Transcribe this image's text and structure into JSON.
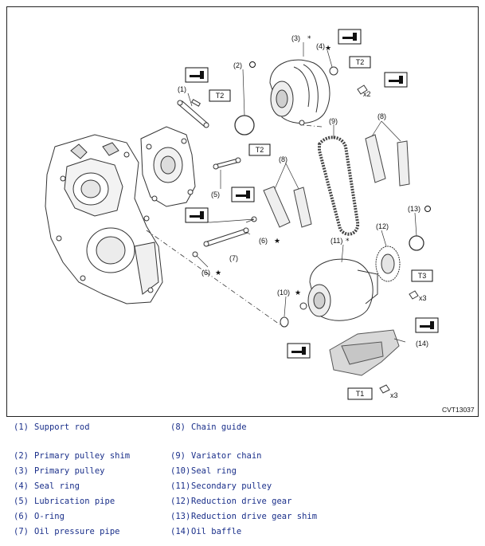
{
  "figure": {
    "code": "CVT13037",
    "callouts": {
      "c1": "(1)",
      "c2": "(2)",
      "c3": "(3)",
      "c4": "(4)",
      "c5": "(5)",
      "c6a": "(6)",
      "c6b": "(6)",
      "c7": "(7)",
      "c8a": "(8)",
      "c8b": "(8)",
      "c9": "(9)",
      "c10": "(10)",
      "c11": "(11)",
      "c12": "(12)",
      "c13": "(13)",
      "c14": "(14)"
    },
    "torque_labels": {
      "t2a": "T2",
      "t2b": "T2",
      "t2c": "T2",
      "t3": "T3",
      "t1": "T1"
    },
    "quantities": {
      "q1": "x2",
      "q2": "x3",
      "q3": "x3"
    }
  },
  "legend": [
    {
      "num": "(1)",
      "text": "Support rod"
    },
    {
      "num": "(8)",
      "text": "Chain guide"
    },
    {
      "num": "(2)",
      "text": "Primary pulley shim"
    },
    {
      "num": "(9)",
      "text": "Variator chain"
    },
    {
      "num": "(3)",
      "text": "Primary pulley"
    },
    {
      "num": "(10)",
      "text": "Seal ring"
    },
    {
      "num": "(4)",
      "text": "Seal ring"
    },
    {
      "num": "(11)",
      "text": "Secondary pulley"
    },
    {
      "num": "(5)",
      "text": "Lubrication pipe"
    },
    {
      "num": "(12)",
      "text": "Reduction drive gear"
    },
    {
      "num": "(6)",
      "text": "O-ring"
    },
    {
      "num": "(13)",
      "text": "Reduction drive gear shim"
    },
    {
      "num": "(7)",
      "text": "Oil pressure pipe"
    },
    {
      "num": "(14)",
      "text": "Oil baffle"
    }
  ]
}
